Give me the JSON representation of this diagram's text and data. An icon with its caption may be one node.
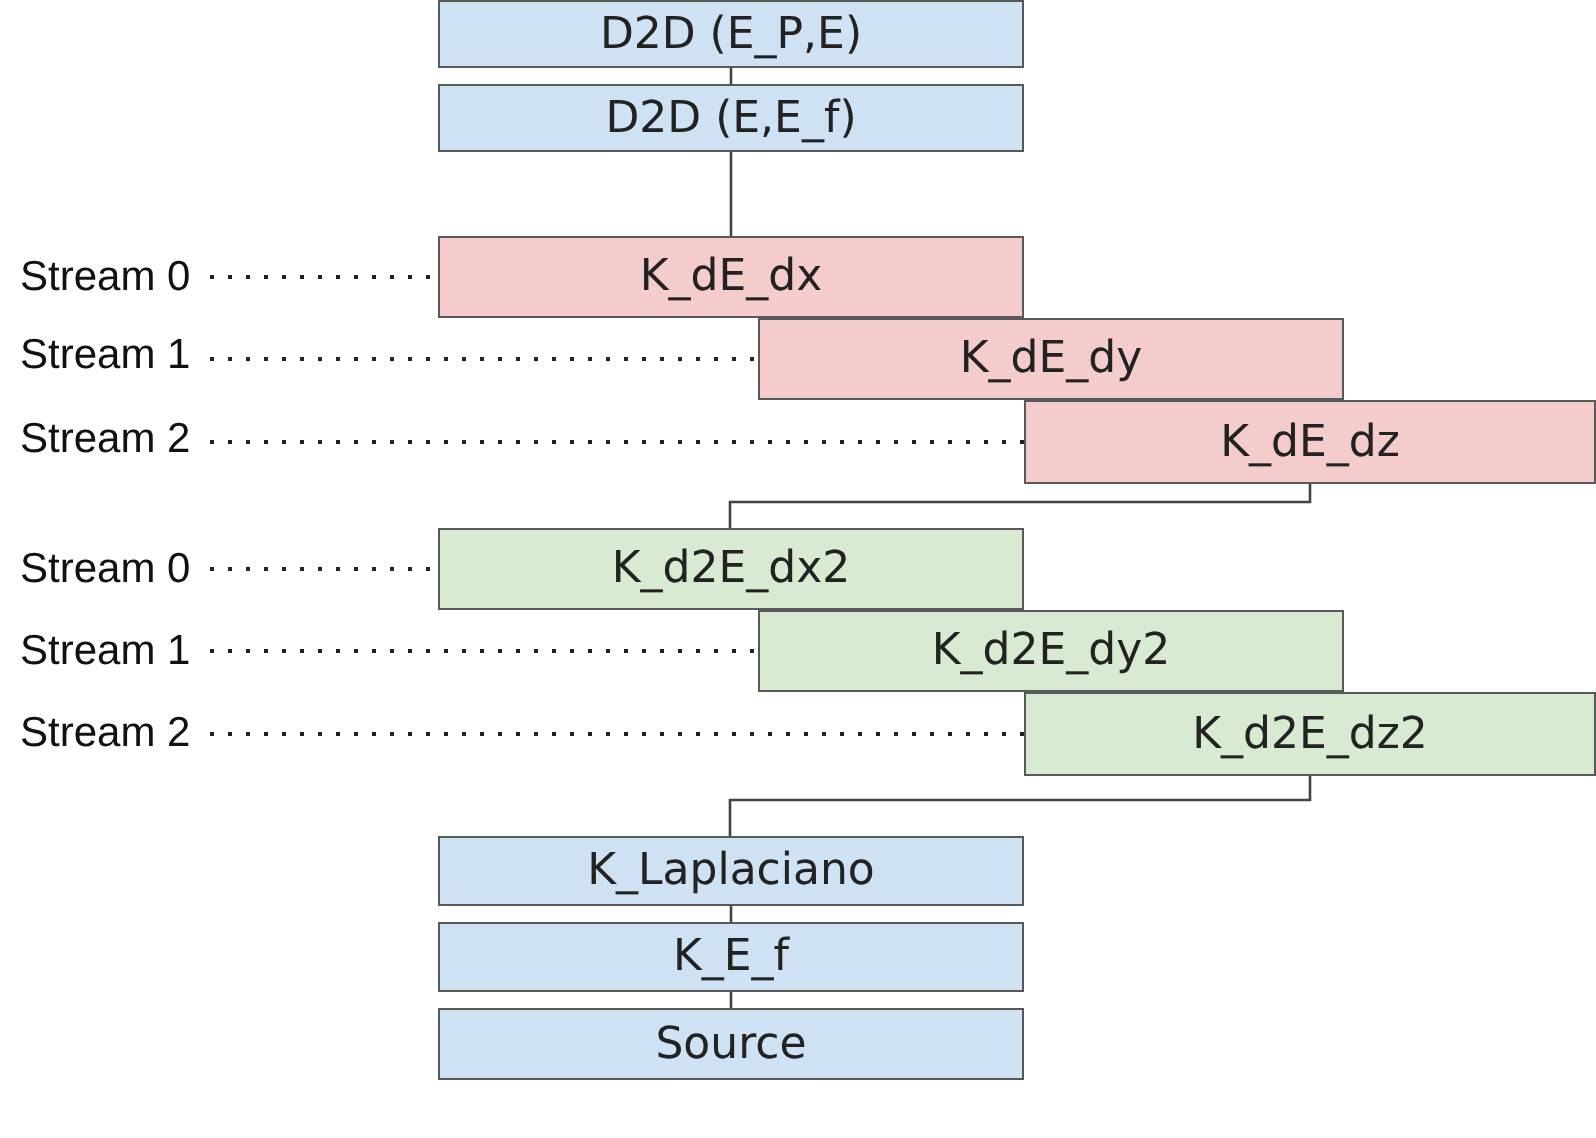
{
  "diagram": {
    "nodes": [
      {
        "text": [
          "D2D (E_P,E)"
        ]
      },
      {
        "text": [
          "D2D (E,E_f)"
        ]
      },
      {
        "text": [
          "Stream 0"
        ]
      },
      {
        "text": [
          "K_dE_dx"
        ]
      },
      {
        "text": [
          "Stream 1"
        ]
      },
      {
        "text": [
          "K_dE_dy"
        ]
      },
      {
        "text": [
          "Stream 2"
        ]
      },
      {
        "text": [
          "K_dE_dz"
        ]
      },
      {
        "text": [
          "Stream 0"
        ]
      },
      {
        "text": [
          "K_d2E_dx2"
        ]
      },
      {
        "text": [
          "Stream 1"
        ]
      },
      {
        "text": [
          "K_d2E_dy2"
        ]
      },
      {
        "text": [
          "Stream 2"
        ]
      },
      {
        "text": [
          "K_d2E_dz2"
        ]
      },
      {
        "text": [
          "K_Laplaciano"
        ]
      },
      {
        "text": [
          "K_E_f"
        ]
      },
      {
        "text": [
          "Source"
        ]
      }
    ],
    "edges": [
      {
        "from": 0,
        "to": 1,
        "arrow": "none"
      },
      {
        "from": 1,
        "to": 3,
        "arrow": "none"
      },
      {
        "from": 2,
        "to": 3,
        "arrow": "none",
        "style": "dashed"
      },
      {
        "from": 4,
        "to": 5,
        "arrow": "none",
        "style": "dashed"
      },
      {
        "from": 6,
        "to": 7,
        "arrow": "none",
        "style": "dashed"
      },
      {
        "from": 7,
        "to": 9,
        "arrow": "none"
      },
      {
        "from": 8,
        "to": 9,
        "arrow": "none",
        "style": "dashed"
      },
      {
        "from": 10,
        "to": 11,
        "arrow": "none",
        "style": "dashed"
      },
      {
        "from": 12,
        "to": 13,
        "arrow": "none",
        "style": "dashed"
      },
      {
        "from": 13,
        "to": 14,
        "arrow": "none"
      },
      {
        "from": 14,
        "to": 15,
        "arrow": "none"
      },
      {
        "from": 15,
        "to": 16,
        "arrow": "none"
      }
    ]
  }
}
